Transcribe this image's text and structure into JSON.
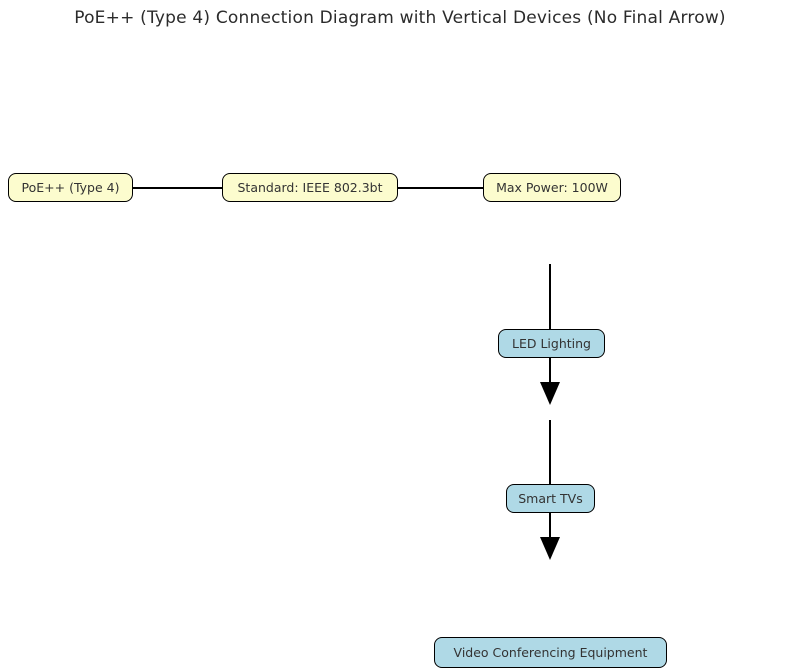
{
  "title": "PoE++ (Type 4) Connection Diagram with Vertical Devices (No Final Arrow)",
  "colors": {
    "node_fill_yellow": "#FCFCCE",
    "node_fill_blue": "#AFD9E6",
    "node_border": "#000000",
    "node_text": "#333333",
    "connector_line": "#000000"
  },
  "top_row": {
    "nodes": [
      {
        "label": "PoE++ (Type 4)"
      },
      {
        "label": "Standard: IEEE 802.3bt"
      },
      {
        "label": "Max Power: 100W"
      }
    ]
  },
  "vertical_chain": {
    "nodes": [
      {
        "label": "LED Lighting"
      },
      {
        "label": "Smart TVs"
      },
      {
        "label": "Video Conferencing Equipment"
      }
    ],
    "arrow_style": "solid-black-triangle-down",
    "final_arrow": false
  }
}
